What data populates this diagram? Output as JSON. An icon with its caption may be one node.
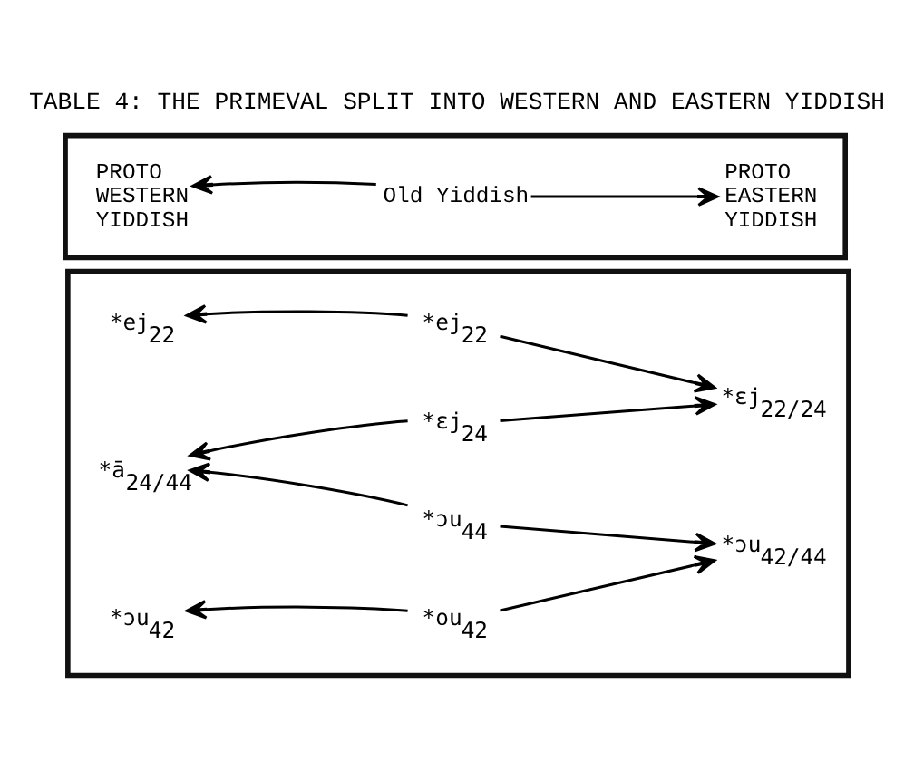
{
  "diagram": {
    "title": "TABLE 4: THE PRIMEVAL SPLIT INTO WESTERN AND EASTERN YIDDISH",
    "nodes": [
      {
        "text": [],
        "shape": "box"
      },
      {
        "text": [
          "PROTO WESTERN YIDDISH"
        ],
        "in": 0
      },
      {
        "text": [
          "Old Yiddish"
        ],
        "in": 0
      },
      {
        "text": [
          "PROTO EASTERN YIDDISH"
        ],
        "in": 0
      },
      {
        "text": [],
        "shape": "box"
      },
      {
        "text": [
          "*ɛj$_{24}$"
        ],
        "in": 4
      },
      {
        "text": [
          "*ā$_{24/44}$"
        ],
        "in": 4
      },
      {
        "text": [
          "*ɔu$_{44}$"
        ],
        "in": 4
      },
      {
        "text": [
          "*ɛj$_{22/24}$"
        ],
        "in": 4
      },
      {
        "text": [
          "*ej$_{22}$"
        ],
        "in": 4
      },
      {
        "text": [
          "*ej$_{22}$"
        ],
        "in": 4
      },
      {
        "text": [
          "*ɔu$_{42/44}$"
        ],
        "in": 4
      },
      {
        "text": [
          "*ɔu$_{42}$"
        ],
        "in": 4
      },
      {
        "text": [
          "*ou$_{42}$"
        ],
        "in": 4
      }
    ],
    "edges": [
      {
        "from": 2,
        "to": 1,
        "arrow": "to"
      },
      {
        "from": 2,
        "to": 3,
        "arrow": "to"
      },
      {
        "from": 5,
        "to": 6,
        "arrow": "to"
      },
      {
        "from": 5,
        "to": 8,
        "arrow": "to"
      },
      {
        "from": 7,
        "to": 6,
        "arrow": "to"
      },
      {
        "from": 7,
        "to": 11,
        "arrow": "to"
      },
      {
        "from": 10,
        "to": 9,
        "arrow": "to"
      },
      {
        "from": 10,
        "to": 8,
        "arrow": "to"
      },
      {
        "from": 13,
        "to": 12,
        "arrow": "to"
      },
      {
        "from": 13,
        "to": 11,
        "arrow": "to"
      }
    ]
  }
}
